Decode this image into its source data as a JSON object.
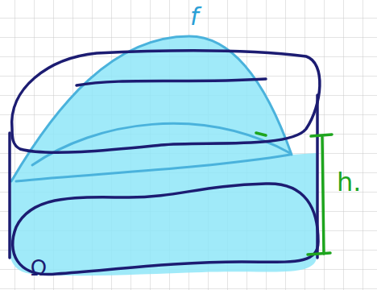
{
  "diagram": {
    "labels": [
      "f",
      "h.",
      "Ω"
    ]
  }
}
